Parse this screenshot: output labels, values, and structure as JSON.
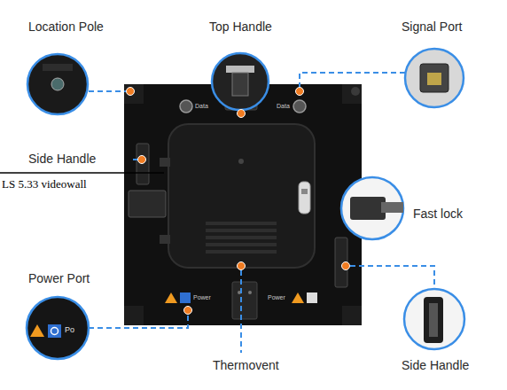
{
  "diagram": {
    "labels": [
      "Location Pole",
      "Top Handle",
      "Signal Port",
      "Side Handle",
      "LS 5.33 videowall",
      "Fast lock",
      "Power Port",
      "Thermovent",
      "Side Handle",
      "Data",
      "Data",
      "Power",
      "Power",
      "Po"
    ]
  }
}
